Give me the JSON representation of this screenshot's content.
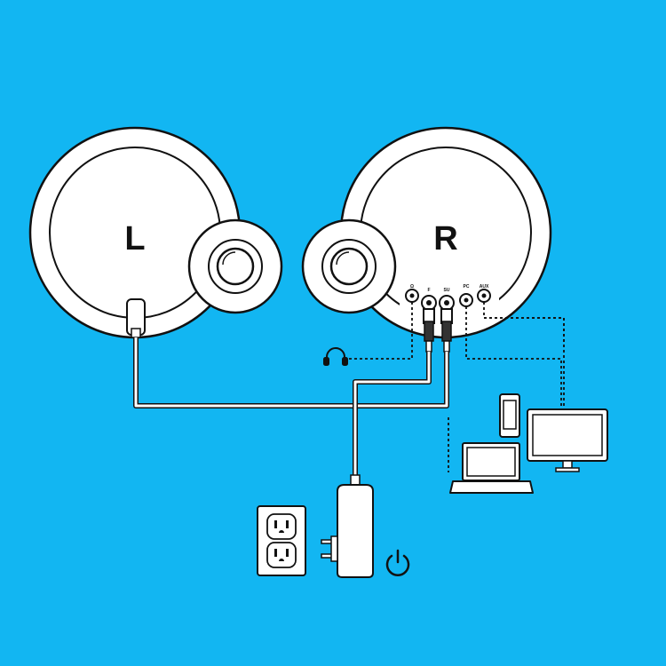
{
  "speakers": {
    "left_label": "L",
    "right_label": "R"
  },
  "ports": [
    {
      "id": "headphone",
      "label": "Ω"
    },
    {
      "id": "f",
      "label": "F"
    },
    {
      "id": "sub",
      "label": "SU"
    },
    {
      "id": "pc",
      "label": "PC"
    },
    {
      "id": "aux",
      "label": "AUX"
    }
  ],
  "devices": [
    "headphones",
    "phone",
    "laptop",
    "desktop-monitor",
    "wall-outlet",
    "power-adapter",
    "power-button"
  ],
  "colors": {
    "background": "#12b6f2",
    "outline": "#111111",
    "fill": "#ffffff"
  }
}
